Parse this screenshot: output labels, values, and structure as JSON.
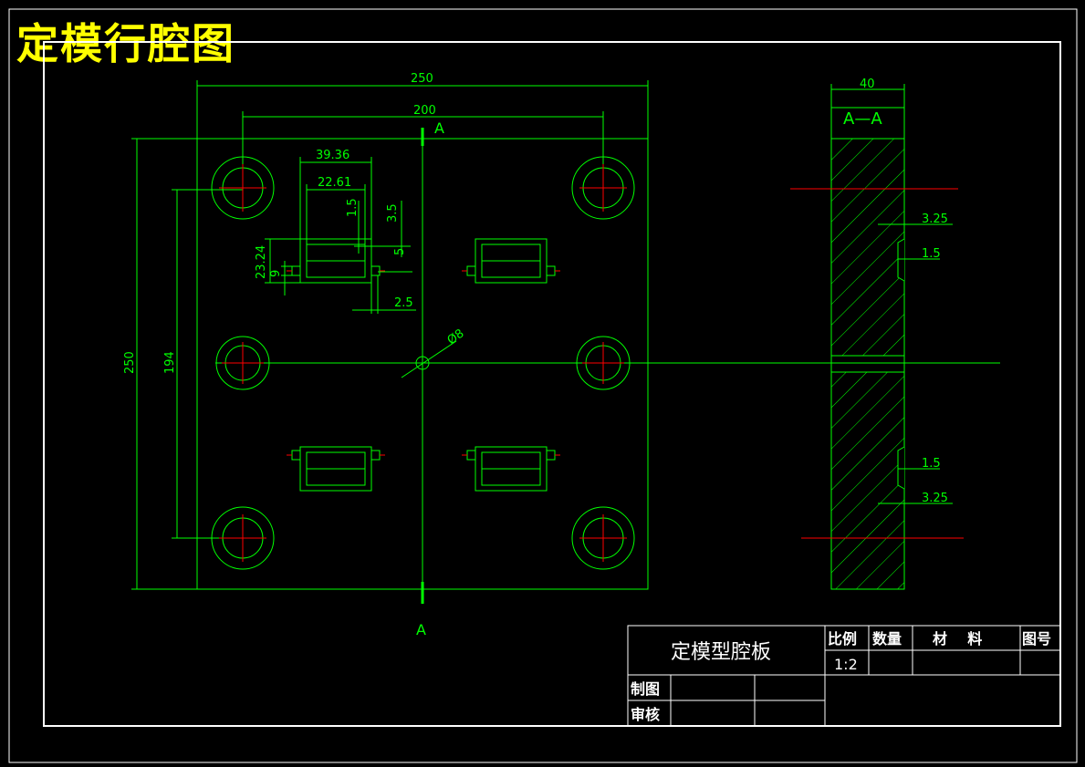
{
  "heading": "定模行腔图",
  "colors": {
    "line": "#00ff00",
    "center": "#ff0000",
    "frame": "#ffffff",
    "heading": "#ffff00"
  },
  "dimensions": {
    "overall_width": "250",
    "hole_spacing": "200",
    "slot_width": "39.36",
    "slot_inner": "22.61",
    "d1_5": "1.5",
    "d3_5": "3.5",
    "d5": "5",
    "d23_24": "23.24",
    "d9": "9",
    "d2_5": "2.5",
    "diameter": "Ø8",
    "overall_height": "250",
    "hole_vertical": "194",
    "section_width": "40",
    "right_3_25_top": "3.25",
    "right_1_5_top": "1.5",
    "right_1_5_bottom": "1.5",
    "right_3_25_bottom": "3.25"
  },
  "section": {
    "marker_top": "A",
    "marker_bottom": "A",
    "title": "A—A"
  },
  "title_block": {
    "part_name": "定模型腔板",
    "scale_label": "比例",
    "scale_value": "1:2",
    "quantity_label": "数量",
    "material_label": "材    料",
    "drawing_no_label": "图号",
    "drawn_label": "制图",
    "checked_label": "审核"
  }
}
